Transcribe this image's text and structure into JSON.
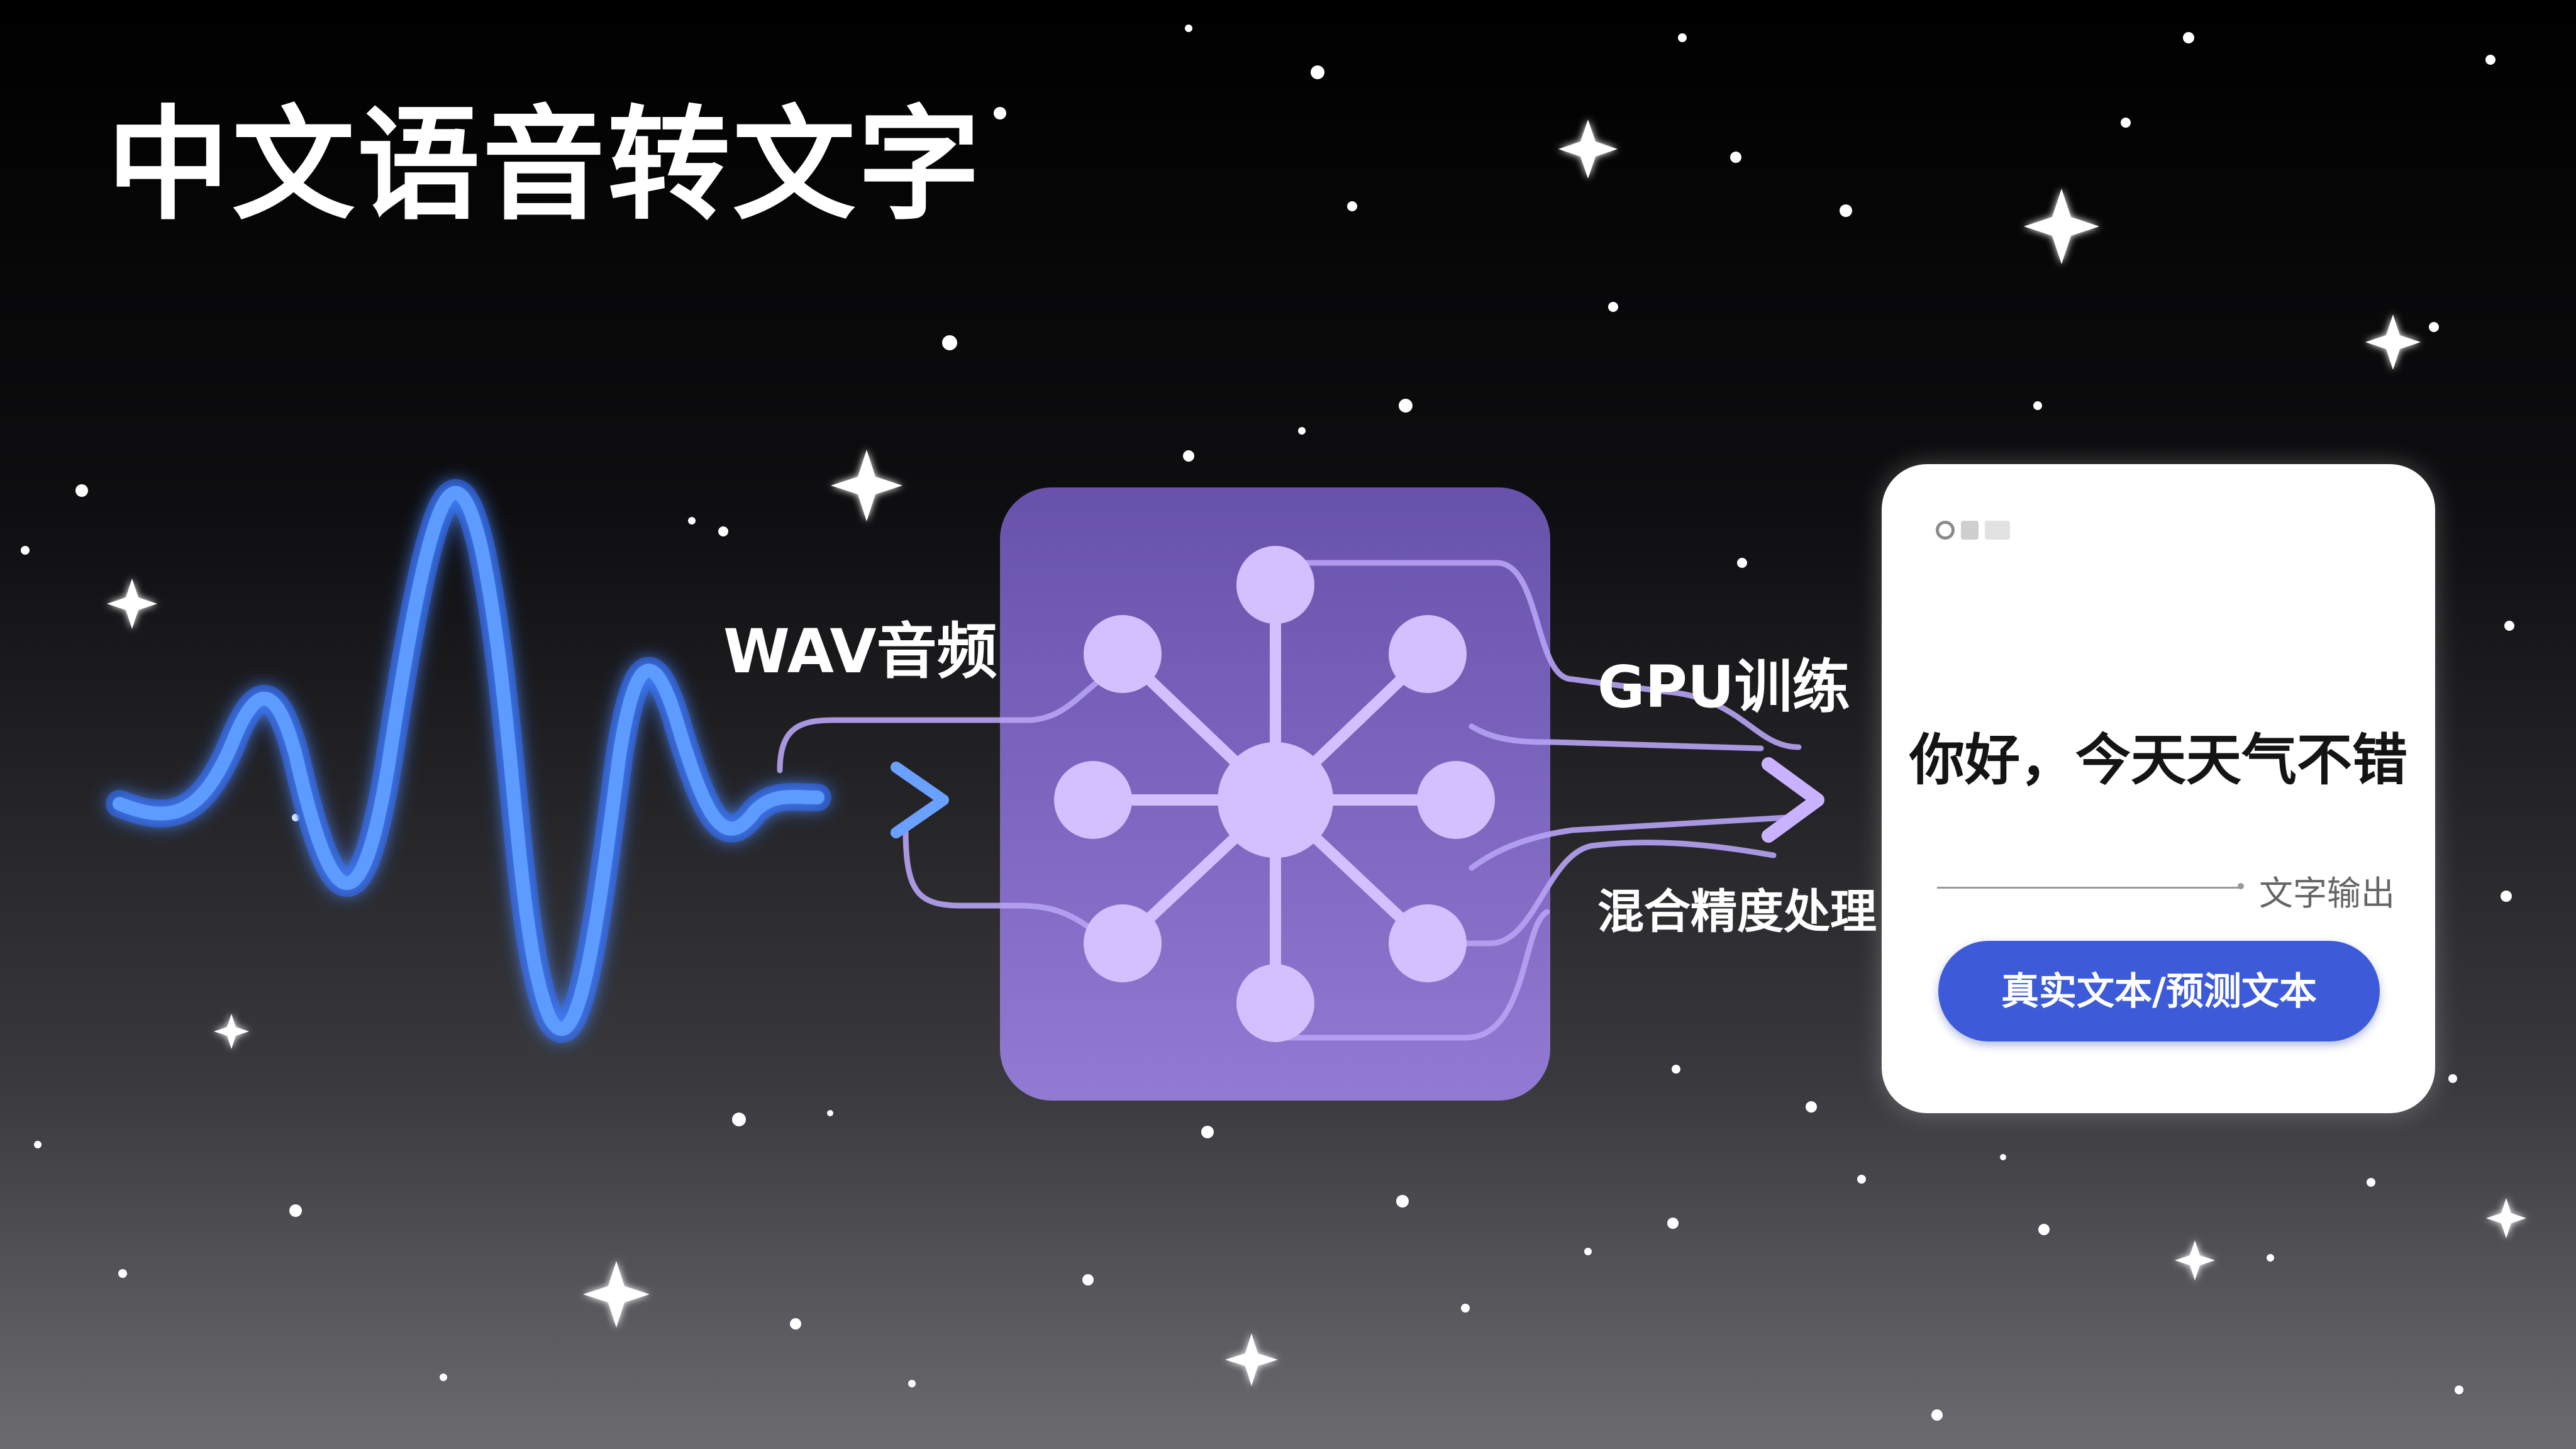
{
  "title": "中文语音转文字",
  "labels": {
    "wav": "WAV音频",
    "gpu": "GPU训练",
    "mixed_precision": "混合精度处理"
  },
  "output_card": {
    "text": "你好，今天天气不错",
    "output_label": "文字输出",
    "button_label": "真实文本/预测文本"
  },
  "colors": {
    "background_top": "#000000",
    "background_bottom": "#6b6b70",
    "waveform": "#3d7bff",
    "processor": "#8a6fd0",
    "nodes": "#d4c0ff",
    "arrow": "#b8a6ff",
    "button": "#3d5bd9"
  },
  "icons": [
    "sparkle-star",
    "waveform",
    "neural-network-node-graph",
    "arrow-right"
  ]
}
